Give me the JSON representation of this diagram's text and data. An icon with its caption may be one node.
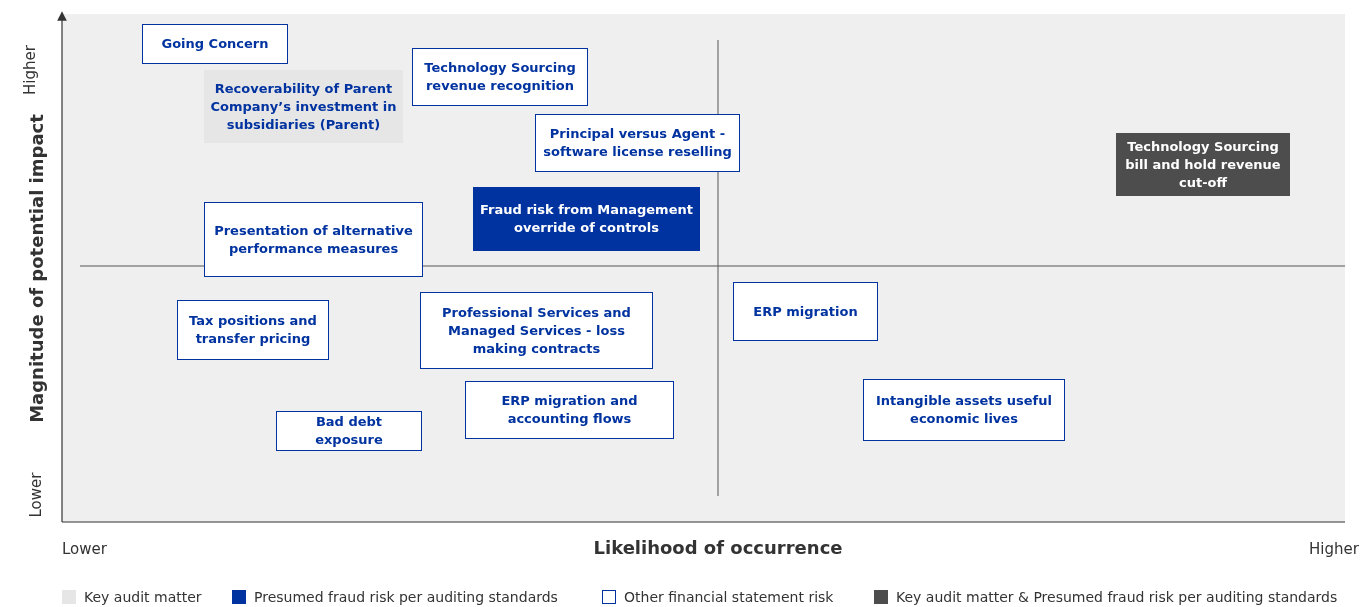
{
  "diagram": {
    "nodes": [
      {
        "text": [
          "Going Concern"
        ]
      },
      {
        "text": [
          "Technology Sourcing revenue recognition"
        ]
      },
      {
        "text": [
          "Recoverability of Parent Company’s investment in subsidiaries (Parent)"
        ]
      },
      {
        "text": [
          "Principal versus Agent - software license reselling"
        ]
      },
      {
        "text": [
          "Technology Sourcing bill and hold revenue cut-off"
        ]
      },
      {
        "text": [
          "Fraud risk from Management override of controls"
        ]
      },
      {
        "text": [
          "Presentation of alternative performance measures"
        ]
      },
      {
        "text": [
          "ERP migration"
        ]
      },
      {
        "text": [
          "Professional Services and Managed Services - loss making contracts"
        ]
      },
      {
        "text": [
          "Tax positions and transfer pricing"
        ]
      },
      {
        "text": [
          "ERP migration and accounting flows"
        ]
      },
      {
        "text": [
          "Intangible assets useful economic lives"
        ]
      },
      {
        "text": [
          "Bad debt exposure"
        ]
      }
    ],
    "edges": [],
    "labels": [
      "Higher",
      "Magnitude of potential impact",
      "Lower",
      "Lower",
      "Likelihood of occurrence",
      "Higher"
    ],
    "legend": [
      {
        "text": "Key audit matter",
        "color": "#e6e6e6"
      },
      {
        "text": "Presumed fraud risk per auditing standards",
        "color": "#0033a0"
      },
      {
        "text": "Other financial statement risk",
        "color": "#ffffff"
      },
      {
        "text": "Key audit matter & Presumed fraud risk per auditing standards",
        "color": "#4d4d4d"
      }
    ]
  }
}
